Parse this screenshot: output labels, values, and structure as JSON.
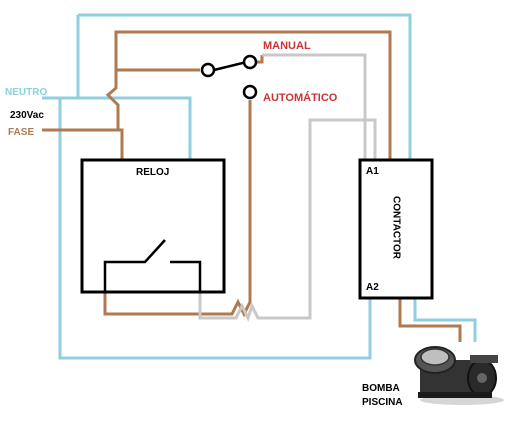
{
  "labels": {
    "manual": "MANUAL",
    "automatico": "AUTOMÁTICO",
    "neutro": "NEUTRO",
    "voltage": "230Vac",
    "fase": "FASE",
    "reloj": "RELOJ",
    "a1": "A1",
    "a2": "A2",
    "contactor": "CONTACTOR",
    "bomba": "BOMBA",
    "piscina": "PISCINA"
  },
  "colors": {
    "neutral_wire": "#8ecfe0",
    "phase_wire": "#b07a50",
    "signal_wire": "#c0c0c0",
    "label_accent": "#cc3333"
  },
  "icons": [
    "pool-pump-icon"
  ]
}
